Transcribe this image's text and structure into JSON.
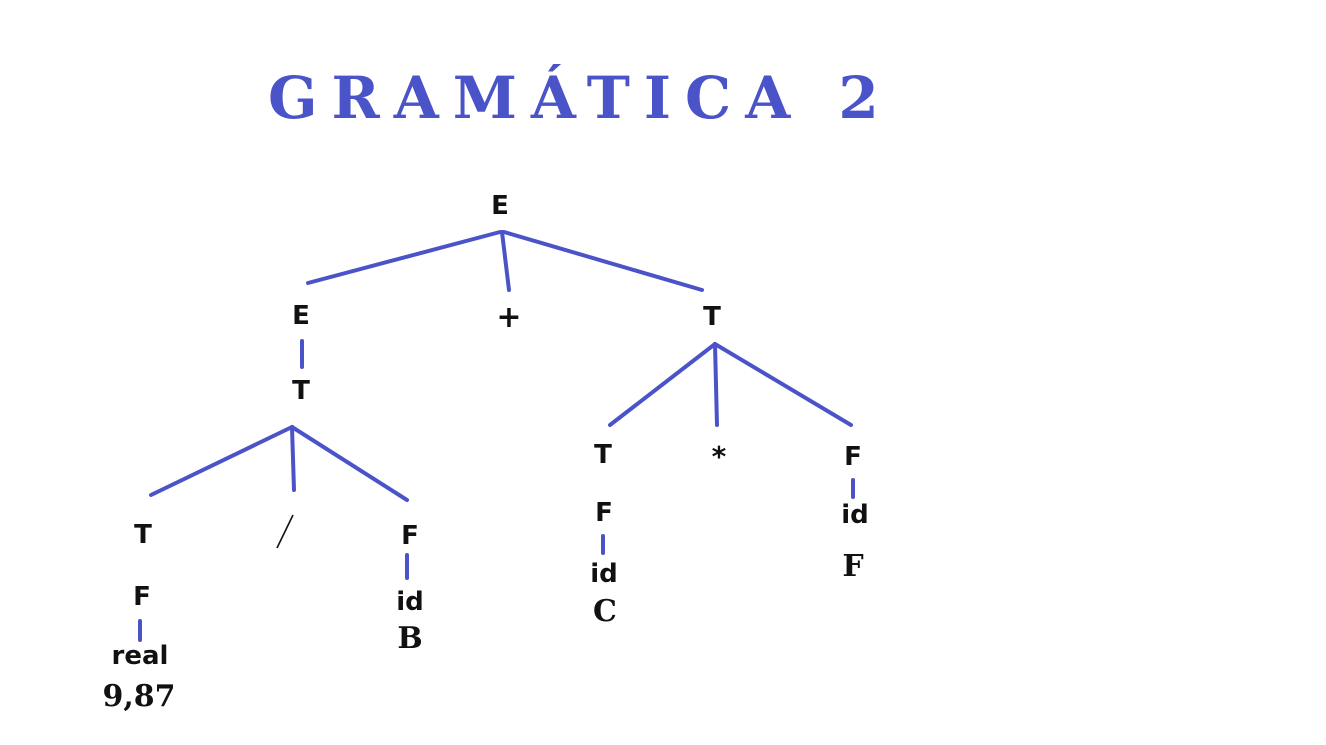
{
  "title": "Gramática 2",
  "colors": {
    "accent": "#4a54c8",
    "text": "#111111",
    "background": "#ffffff"
  },
  "tree": {
    "root": "E",
    "level1": {
      "left": "E",
      "op": "+",
      "right": "T"
    },
    "left_branch": {
      "t": "T",
      "t_left": "T",
      "op": "/",
      "f_right": "F",
      "f_left": "F",
      "leaf_left": "real",
      "value_left": "9,87",
      "leaf_right": "id",
      "value_right": "B"
    },
    "right_branch": {
      "t_left": "T",
      "op": "*",
      "f_right": "F",
      "f_left": "F",
      "leaf_left": "id",
      "value_left": "C",
      "leaf_right": "id",
      "value_right": "F"
    }
  }
}
